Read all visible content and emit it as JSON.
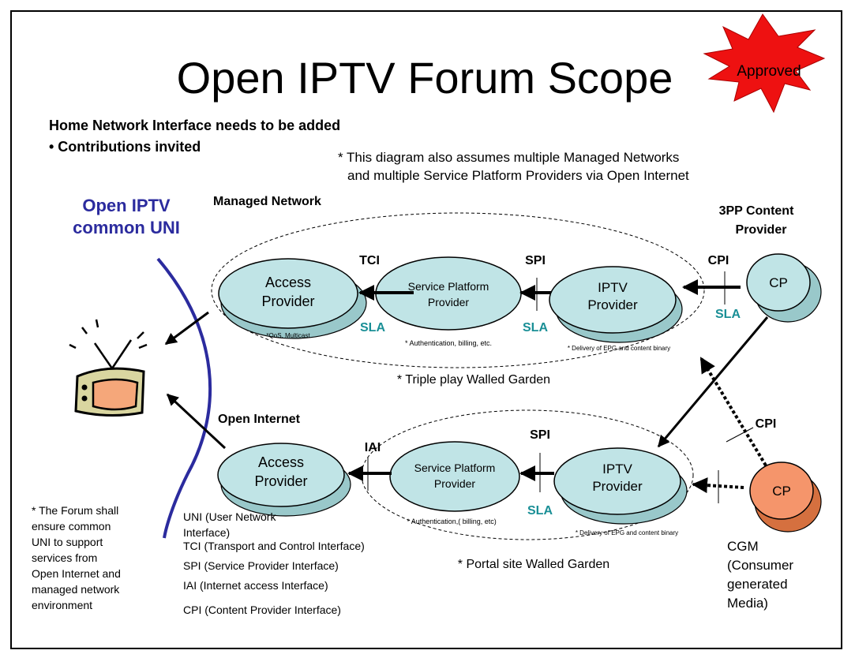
{
  "title": "Open IPTV Forum Scope",
  "badge": "Approved",
  "notes": {
    "home_network": "Home Network Interface  needs to be added",
    "contributions": "• Contributions invited",
    "assumption_line1": "* This diagram also assumes multiple Managed Networks",
    "assumption_line2": "and multiple Service Platform Providers via Open Internet"
  },
  "uni_heading": {
    "line1": "Open IPTV",
    "line2": "common UNI"
  },
  "managed_network": {
    "label": "Managed Network",
    "caption": "* Triple play Walled Garden",
    "access_provider": {
      "line1": "Access",
      "line2": "Provider",
      "note": "*QoS, Multicast"
    },
    "service_platform": {
      "line1": "Service Platform",
      "line2": "Provider",
      "note": "* Authentication, billing, etc."
    },
    "iptv_provider": {
      "line1": "IPTV",
      "line2": "Provider",
      "note": "* Delivery of EPG and content binary"
    },
    "tci": "TCI",
    "spi": "SPI",
    "cpi": "CPI",
    "sla": "SLA"
  },
  "content_provider_3pp": {
    "line1": "3PP Content",
    "line2": "Provider",
    "cp": "CP"
  },
  "open_internet": {
    "label": "Open Internet",
    "caption": "* Portal site Walled Garden",
    "access_provider": {
      "line1": "Access",
      "line2": "Provider"
    },
    "service_platform": {
      "line1": "Service Platform",
      "line2": "Provider",
      "note": "* Authentication,( billing, etc)"
    },
    "iptv_provider": {
      "line1": "IPTV",
      "line2": "Provider",
      "note": "* Delivery of EPG and content binary"
    },
    "iai": "IAI",
    "spi": "SPI",
    "cpi": "CPI",
    "sla": "SLA"
  },
  "cgm": {
    "cp": "CP",
    "lines": [
      "CGM",
      "(Consumer",
      "generated",
      "Media)"
    ]
  },
  "forum_note": [
    "* The Forum shall",
    "ensure common",
    "UNI to support",
    "services from",
    "Open Internet and",
    "managed network",
    "environment"
  ],
  "legend": [
    "UNI (User Network",
    "Interface)",
    "TCI (Transport and Control Interface)",
    "SPI (Service Provider Interface)",
    "IAI (Internet access Interface)",
    "CPI (Content Provider Interface)"
  ],
  "colors": {
    "node_fill": "#c0e4e6",
    "cgm_fill": "#f5956b",
    "sla_text": "#1a8f96",
    "uni_text": "#2b2b9e",
    "badge_fill": "#ee1111"
  }
}
